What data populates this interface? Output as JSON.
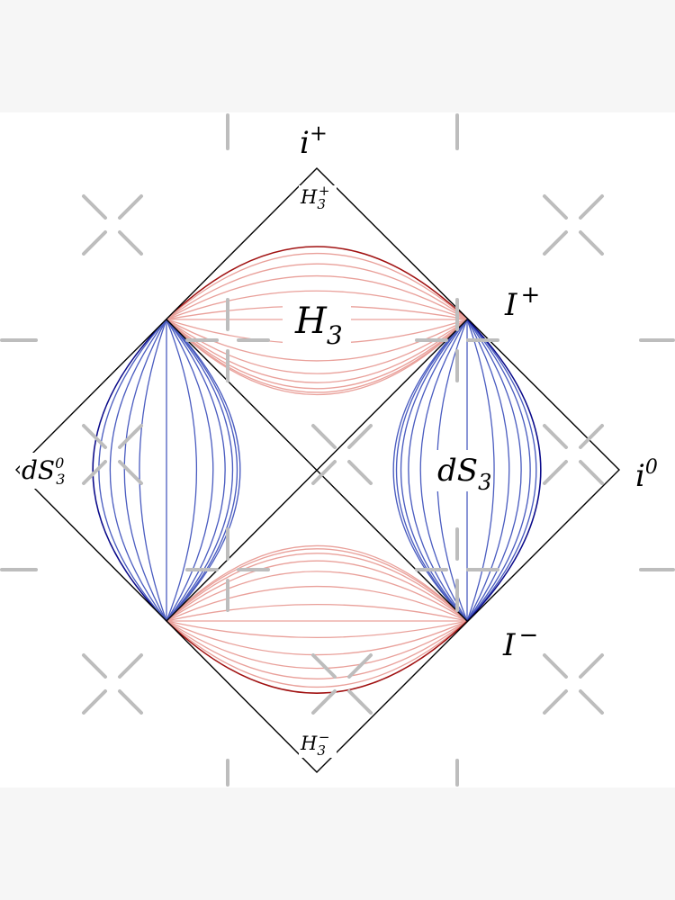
{
  "page": {
    "background": "#f6f6f6",
    "canvas_background": "#ffffff"
  },
  "colors": {
    "frame": "#000000",
    "hyperbolic_light": "#e9a09a",
    "hyperbolic_dark": "#a01010",
    "desitter_light": "#4a5cc0",
    "desitter_dark": "#0a0a8a",
    "watermark": "#bdbdbd"
  },
  "labels": {
    "i_plus": {
      "base": "i",
      "sup": "+"
    },
    "i_zero": {
      "base": "i",
      "sup": "0"
    },
    "scri_plus": {
      "base": "I",
      "sup": "+"
    },
    "scri_minus": {
      "base": "I",
      "sup": "−"
    },
    "h3_center": {
      "base": "H",
      "sub": "3"
    },
    "h3_plus": {
      "base": "H",
      "sub": "3",
      "sup": "+"
    },
    "h3_minus": {
      "base": "H",
      "sub": "3",
      "sup": "−"
    },
    "ds3_right": {
      "base": "dS",
      "sub": "3"
    },
    "ds3_zero_left": {
      "base": "dS",
      "sub": "3",
      "sup": "0"
    }
  },
  "watermark": {
    "icons": [
      "cross-mark-icon",
      "plus-mark-icon"
    ]
  }
}
